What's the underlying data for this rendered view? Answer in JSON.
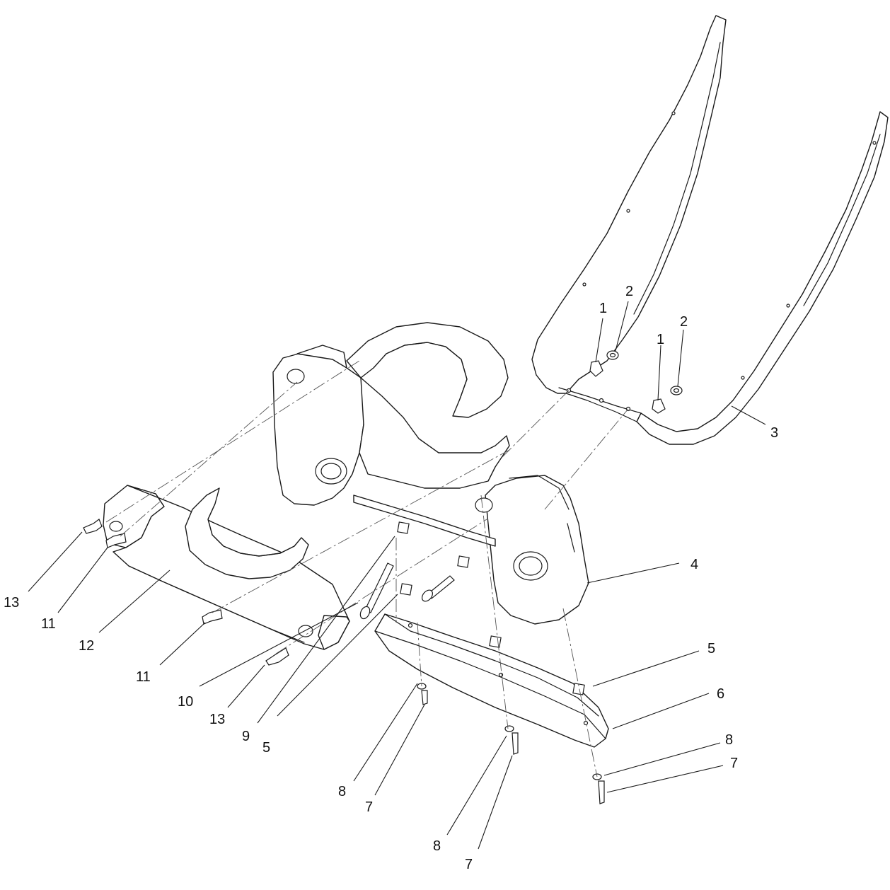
{
  "callouts": {
    "c1a": "1",
    "c1b": "1",
    "c2a": "2",
    "c2b": "2",
    "c3": "3",
    "c4": "4",
    "c5a": "5",
    "c5b": "5",
    "c6": "6",
    "c7a": "7",
    "c7b": "7",
    "c7c": "7",
    "c8a": "8",
    "c8b": "8",
    "c8c": "8",
    "c9": "9",
    "c10": "10",
    "c11a": "11",
    "c11b": "11",
    "c12": "12",
    "c13a": "13",
    "c13b": "13"
  },
  "colors": {
    "line": "#1a1a1a",
    "background": "#ffffff"
  }
}
